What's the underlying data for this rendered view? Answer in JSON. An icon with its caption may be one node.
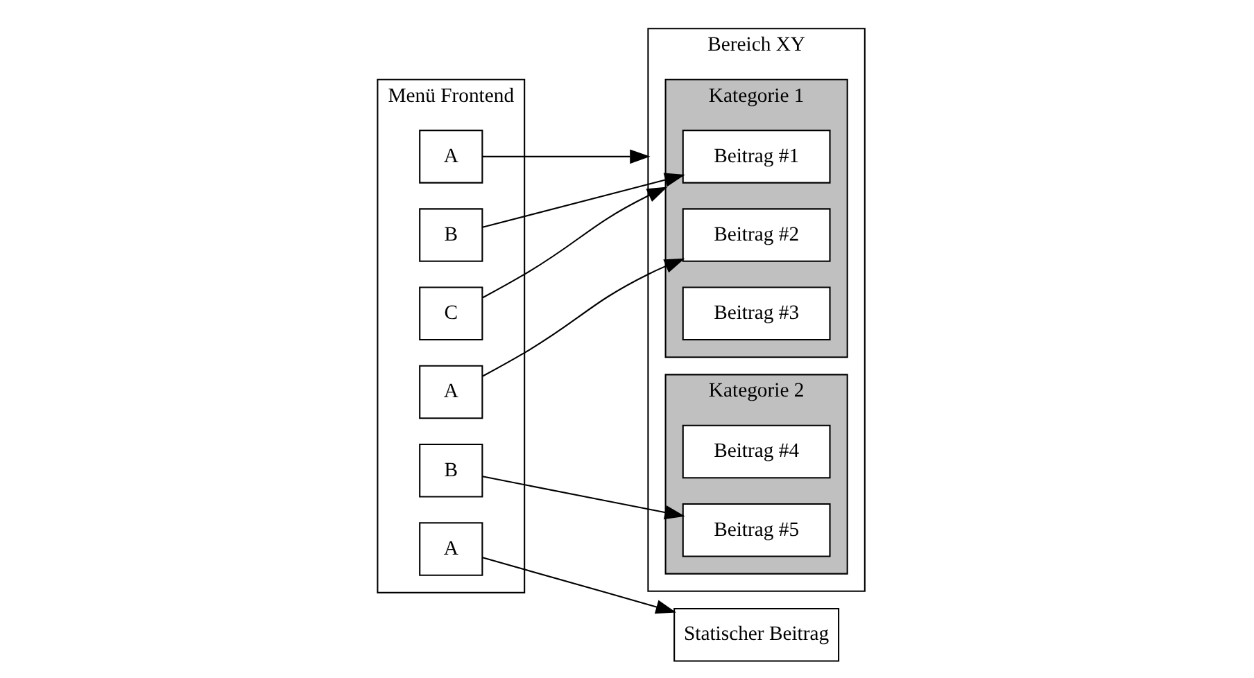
{
  "diagram": {
    "nodes": [
      {
        "text": [
          "Menü Frontend"
        ]
      },
      {
        "text": [
          "A"
        ],
        "in": 0
      },
      {
        "text": [
          "B"
        ],
        "in": 0
      },
      {
        "text": [
          "C"
        ],
        "in": 0
      },
      {
        "text": [
          "A"
        ],
        "in": 0
      },
      {
        "text": [
          "B"
        ],
        "in": 0
      },
      {
        "text": [
          "A"
        ],
        "in": 0
      },
      {
        "text": [
          "Bereich XY"
        ]
      },
      {
        "text": [
          "Kategorie 1"
        ],
        "in": 7
      },
      {
        "text": [
          "Kategorie 2"
        ],
        "in": 7
      },
      {
        "text": [
          "Beitrag #1"
        ],
        "in": 8
      },
      {
        "text": [
          "Beitrag #2"
        ],
        "in": 8
      },
      {
        "text": [
          "Beitrag #3"
        ],
        "in": 8
      },
      {
        "text": [
          "Beitrag #4"
        ],
        "in": 9
      },
      {
        "text": [
          "Beitrag #5"
        ],
        "in": 9
      },
      {
        "text": [
          "Statischer Beitrag"
        ]
      }
    ],
    "edges": [
      {
        "from": 1,
        "to": 7,
        "arrow": "to"
      },
      {
        "from": 2,
        "to": 10,
        "arrow": "to"
      },
      {
        "from": 3,
        "to": 8,
        "arrow": "to"
      },
      {
        "from": 4,
        "to": 11,
        "arrow": "to"
      },
      {
        "from": 5,
        "to": 14,
        "arrow": "to"
      },
      {
        "from": 6,
        "to": 15,
        "arrow": "to"
      }
    ]
  }
}
